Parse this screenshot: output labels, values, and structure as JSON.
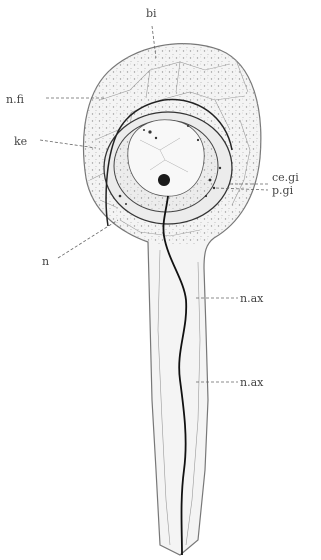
{
  "labels": {
    "bi": "bi",
    "n_fi": "n.fi",
    "ke": "ke",
    "ce_gi": "ce.gi",
    "p_gi": "p.gi",
    "n": "n",
    "n_ax_1": "n.ax",
    "n_ax_2": "n.ax"
  },
  "colors": {
    "ink": "#2a2a2a",
    "cytoplasm_dots": "#8a8a8a",
    "paper": "#ffffff",
    "label": "#444444"
  }
}
